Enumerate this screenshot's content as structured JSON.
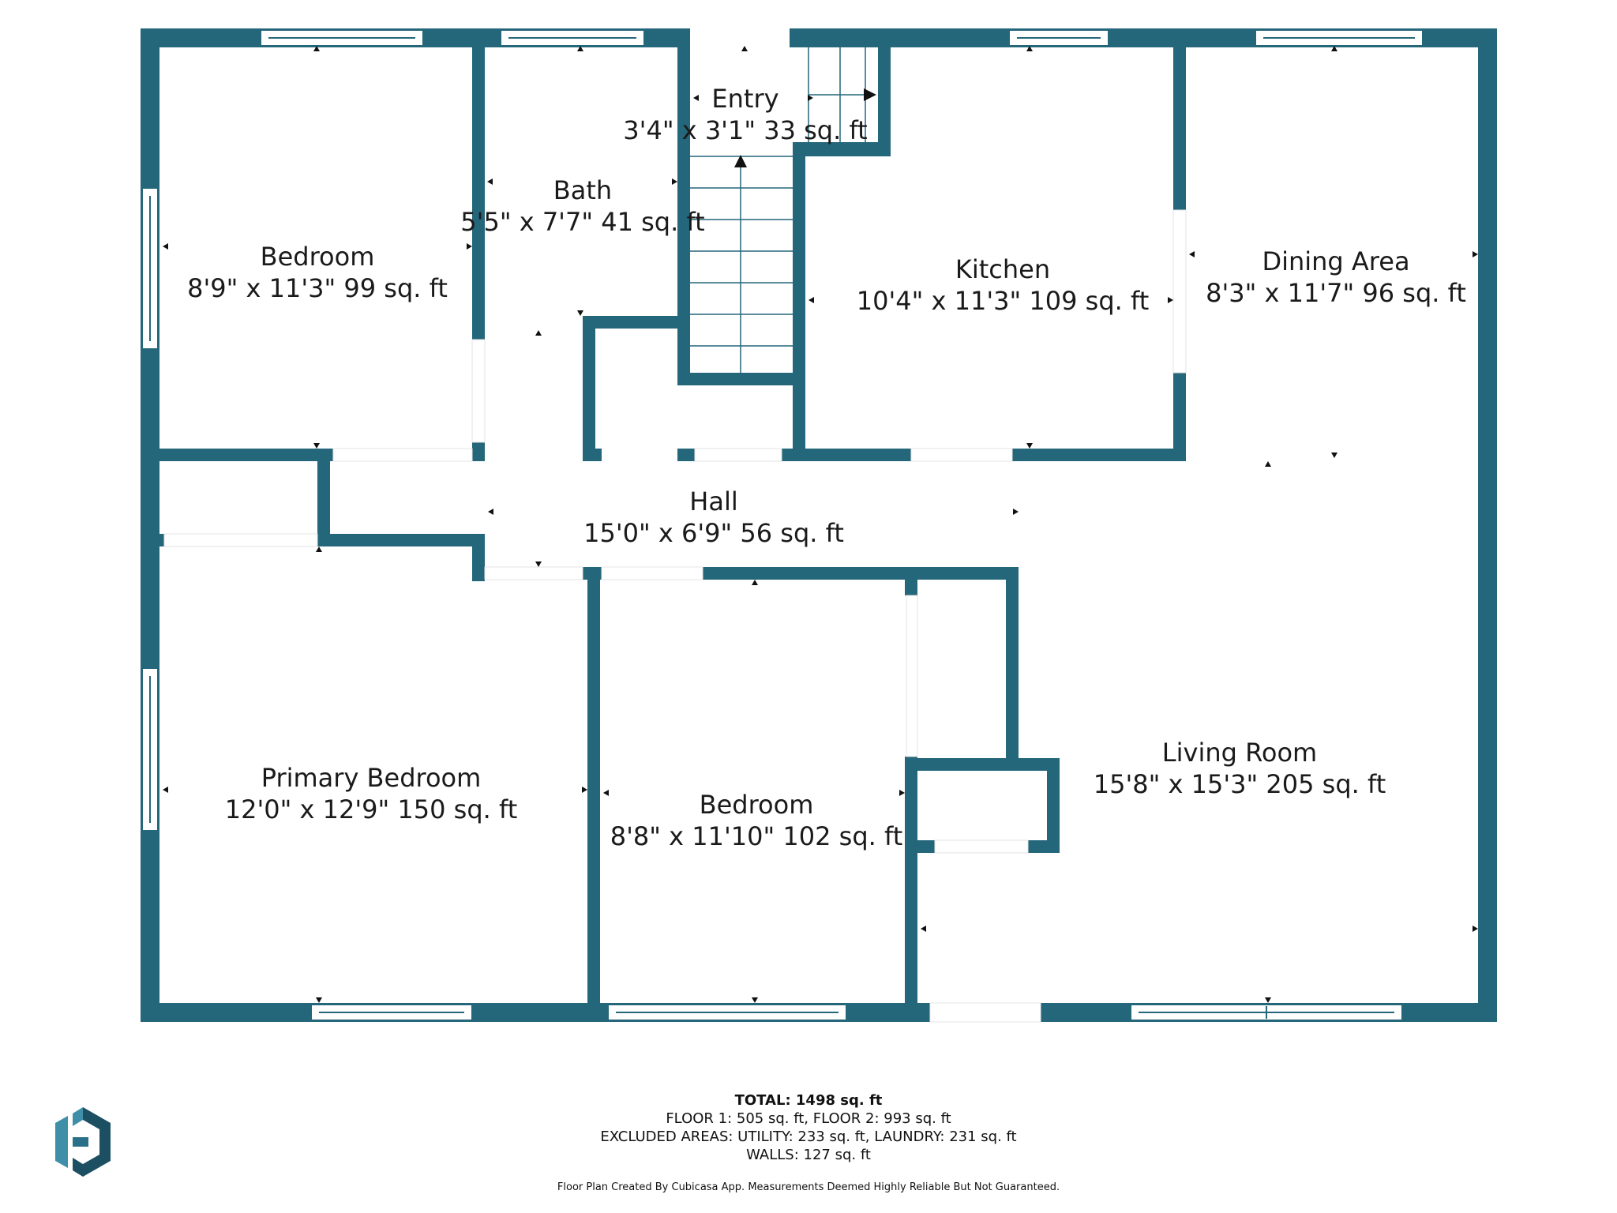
{
  "colors": {
    "wall": "#24667a",
    "logo_dark": "#1d4f63",
    "logo_light": "#3f8fa8"
  },
  "rooms": [
    {
      "id": "bedroom-1",
      "name": "Bedroom",
      "dims": "8'9\" x 11'3\" 99 sq. ft"
    },
    {
      "id": "bath",
      "name": "Bath",
      "dims": "5'5\" x 7'7\" 41 sq. ft"
    },
    {
      "id": "entry",
      "name": "Entry",
      "dims": "3'4\" x 3'1\" 33 sq. ft"
    },
    {
      "id": "kitchen",
      "name": "Kitchen",
      "dims": "10'4\" x 11'3\" 109 sq. ft"
    },
    {
      "id": "dining-area",
      "name": "Dining Area",
      "dims": "8'3\" x 11'7\" 96 sq. ft"
    },
    {
      "id": "hall",
      "name": "Hall",
      "dims": "15'0\" x 6'9\" 56 sq. ft"
    },
    {
      "id": "primary-bedroom",
      "name": "Primary Bedroom",
      "dims": "12'0\" x 12'9\" 150 sq. ft"
    },
    {
      "id": "bedroom-2",
      "name": "Bedroom",
      "dims": "8'8\" x 11'10\" 102 sq. ft"
    },
    {
      "id": "living-room",
      "name": "Living Room",
      "dims": "15'8\" x 15'3\" 205 sq. ft"
    }
  ],
  "summary": {
    "total": "TOTAL: 1498 sq. ft",
    "floors": "FLOOR 1: 505 sq. ft, FLOOR 2: 993 sq. ft",
    "excluded": "EXCLUDED AREAS: UTILITY: 233 sq. ft, LAUNDRY: 231 sq. ft",
    "walls": "WALLS: 127 sq. ft"
  },
  "credit": "Floor Plan Created By Cubicasa App. Measurements Deemed Highly Reliable But Not Guaranteed.",
  "logo": {
    "icon": "cubicasa-logo-icon"
  }
}
